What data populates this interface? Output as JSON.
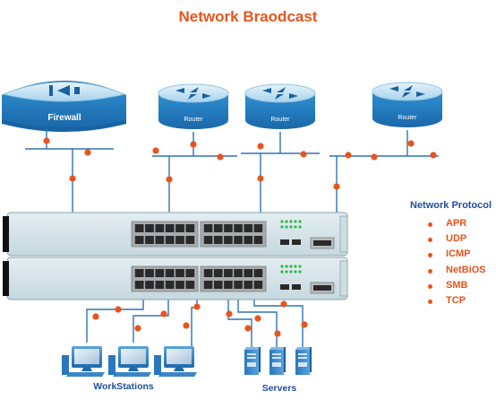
{
  "title": "Network Braodcast",
  "firewall": {
    "label": "Firewall"
  },
  "routers": [
    {
      "label": "Router"
    },
    {
      "label": "Router"
    },
    {
      "label": "Router"
    }
  ],
  "groups": {
    "workstations": "WorkStations",
    "servers": "Servers"
  },
  "legend": {
    "title": "Network Protocol",
    "items": [
      "APR",
      "UDP",
      "ICMP",
      "NetBiOS",
      "SMB",
      "TCP"
    ]
  },
  "colors": {
    "title": "#e8541e",
    "legend_title": "#1f4e9c",
    "connector_dot": "#e8541e",
    "link": "#2e75b6",
    "device_blue": "#1a6fb0",
    "switch_body": "#d5e4ea"
  }
}
